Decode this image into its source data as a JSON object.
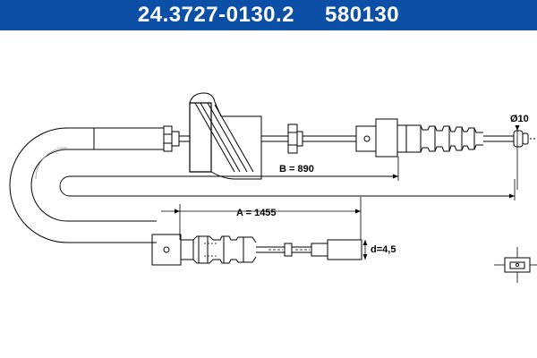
{
  "header": {
    "part_number": "24.3727-0130.2",
    "ref_number": "580130",
    "background": "#0b4fa6",
    "text_color": "#ffffff"
  },
  "dimensions": {
    "a_label": "A = 1455",
    "b_label": "B = 890",
    "diameter_label": "Ø10",
    "d_label": "d=4,5"
  },
  "line_color": "#000000"
}
